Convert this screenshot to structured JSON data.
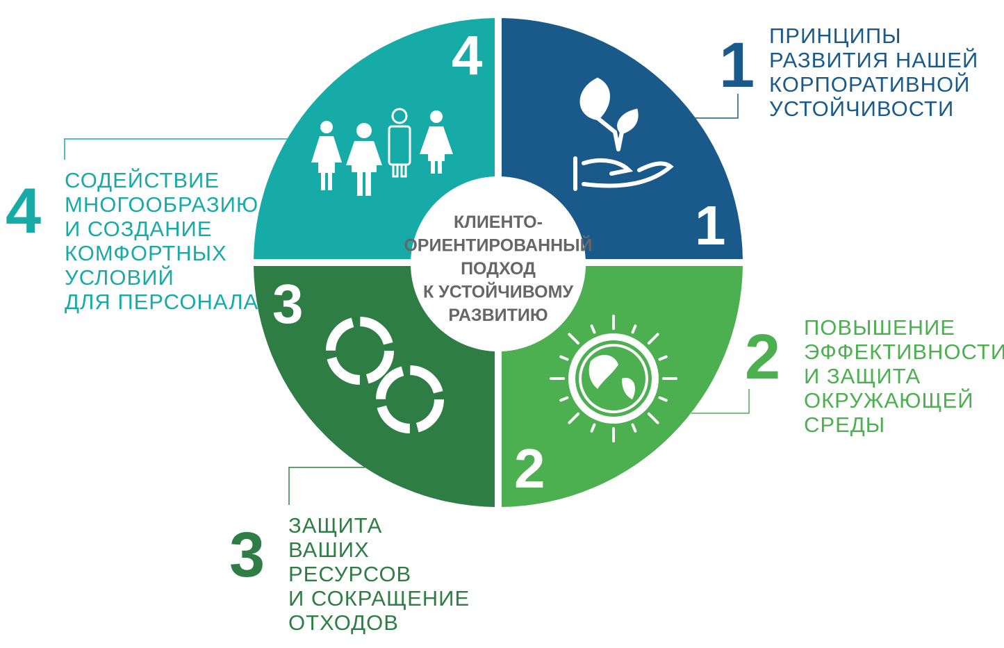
{
  "colors": {
    "blue": "#1a5a8a",
    "green": "#4caf50",
    "darkgreen": "#2e7d45",
    "teal": "#17aba8"
  },
  "center": {
    "lines": [
      "КЛИЕНТО-",
      "ОРИЕНТИРОВАННЫЙ",
      "ПОДХОД",
      "К УСТОЙЧИВОМУ",
      "РАЗВИТИЮ"
    ]
  },
  "sections": [
    {
      "number": "1",
      "label": "ПРИНЦИПЫ\nРАЗВИТИЯ НАШЕЙ\nКОРПОРАТИВНОЙ\nУСТОЙЧИВОСТИ",
      "icon": "plant-in-hand-icon"
    },
    {
      "number": "2",
      "label": "ПОВЫШЕНИЕ\nЭФФЕКТИВНОСТИ\nИ ЗАЩИТА\nОКРУЖАЮЩЕЙ\nСРЕДЫ",
      "icon": "sun-earth-icon"
    },
    {
      "number": "3",
      "label": "ЗАЩИТА\nВАШИХ\nРЕСУРСОВ\nИ СОКРАЩЕНИЕ\nОТХОДОВ",
      "icon": "recycle-arrows-icon"
    },
    {
      "number": "4",
      "label": "СОДЕЙСТВИЕ\nМНОГООБРАЗИЮ\nИ СОЗДАНИЕ\nКОМФОРТНЫХ\nУСЛОВИЙ\nДЛЯ ПЕРСОНАЛА",
      "icon": "people-icon"
    }
  ]
}
